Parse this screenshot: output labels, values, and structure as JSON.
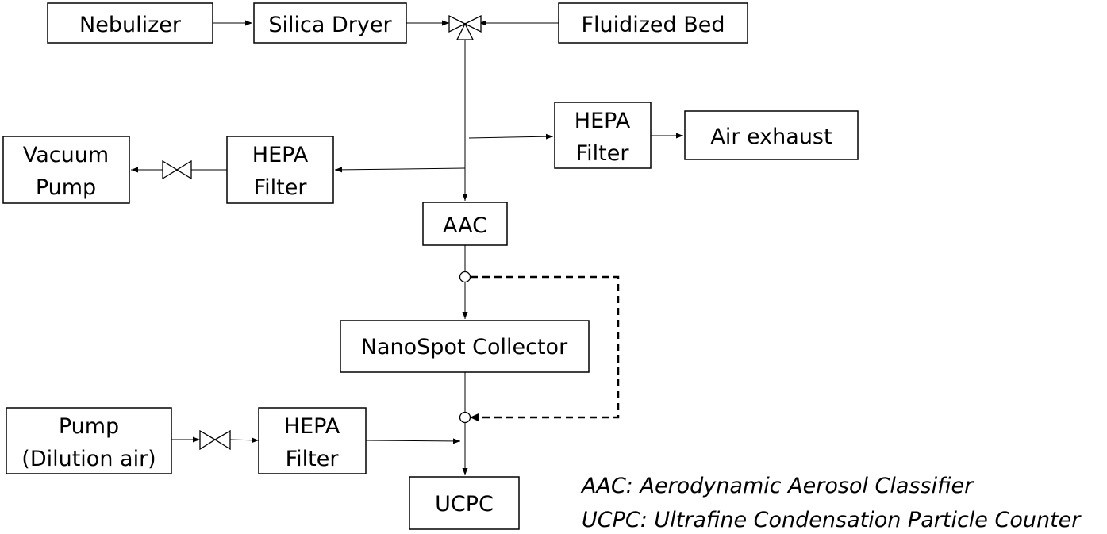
{
  "nodes": {
    "nebulizer": "Nebulizer",
    "silica_dryer": "Silica Dryer",
    "fluidized_bed": "Fluidized Bed",
    "hepa_filter_exhaust": [
      "HEPA",
      "Filter"
    ],
    "air_exhaust": "Air exhaust",
    "vacuum_pump": [
      "Vacuum",
      "Pump"
    ],
    "hepa_filter_vacuum": [
      "HEPA",
      "Filter"
    ],
    "aac": "AAC",
    "nanospot_collector": "NanoSpot Collector",
    "dilution_pump": [
      "Pump",
      "(Dilution air)"
    ],
    "hepa_filter_dilution": [
      "HEPA",
      "Filter"
    ],
    "ucpc": "UCPC"
  },
  "legend": {
    "aac": "AAC: Aerodynamic Aerosol Classifier",
    "ucpc": "UCPC: Ultrafine Condensation Particle Counter"
  }
}
